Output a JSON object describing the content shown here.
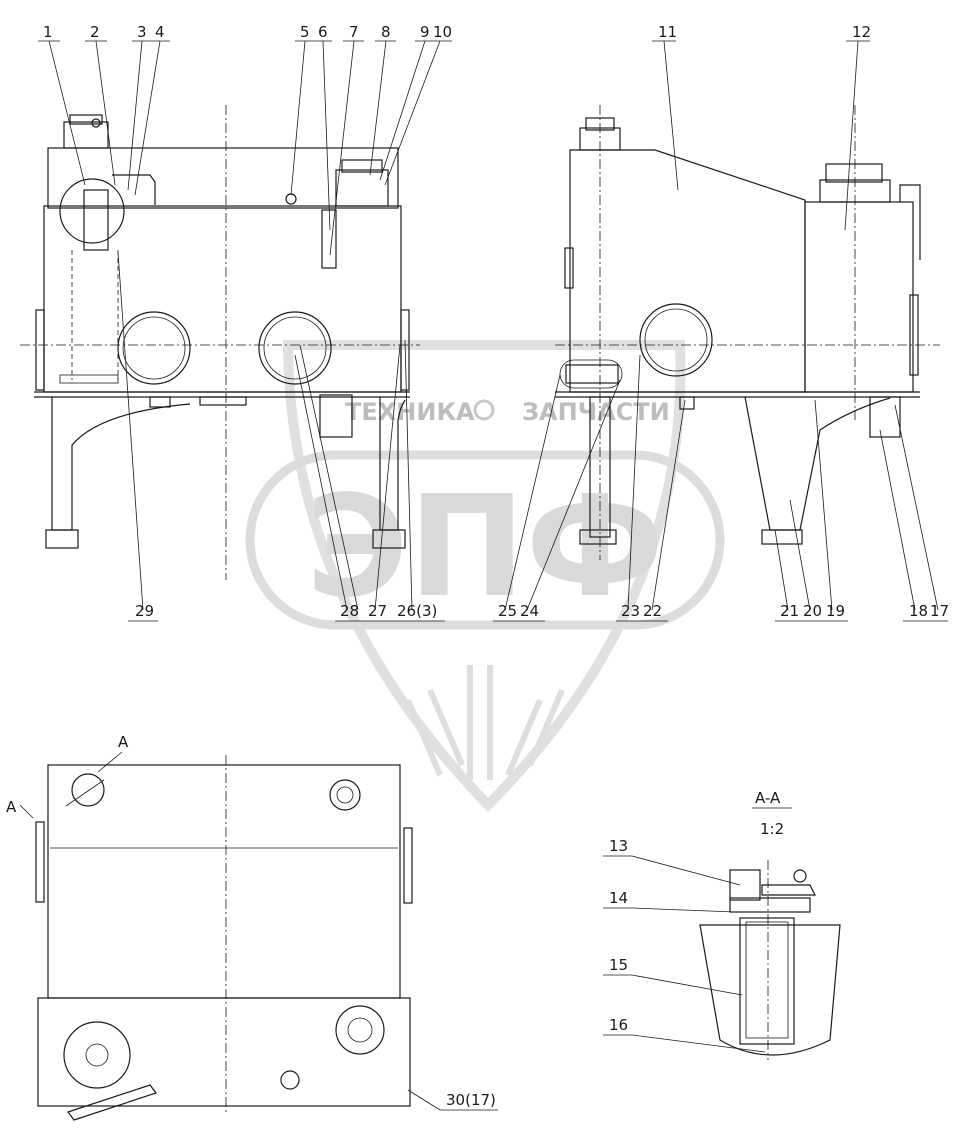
{
  "callouts_top": [
    "1",
    "2",
    "3",
    "4",
    "5",
    "6",
    "7",
    "8",
    "9",
    "10",
    "11",
    "12"
  ],
  "callouts_bottom": [
    "29",
    "28",
    "27",
    "26(3)",
    "25",
    "24",
    "23",
    "22",
    "21",
    "20",
    "19",
    "18",
    "17"
  ],
  "callouts_section": [
    "13",
    "14",
    "15",
    "16"
  ],
  "callout_plan": "30(17)",
  "section_marks": {
    "letter_a": "A",
    "letter_a2": "A",
    "section_title": "A-A",
    "scale": "1:2"
  },
  "watermark": {
    "left": "ТЕХНИКА",
    "right": "ЗАПЧАСТИ",
    "logo": "ЭПФ"
  },
  "colors": {
    "line": "#1a1a1a",
    "watermark": "#c8c8c8",
    "background": "#ffffff"
  }
}
